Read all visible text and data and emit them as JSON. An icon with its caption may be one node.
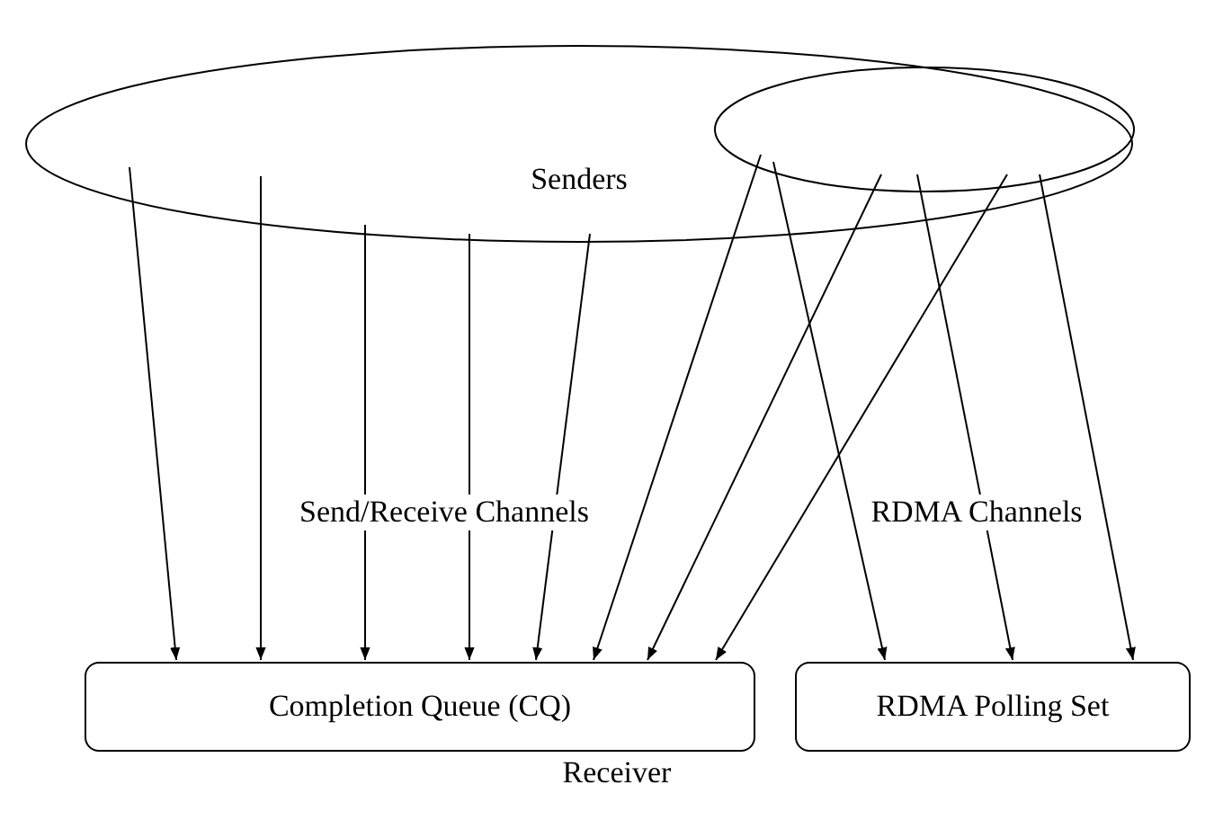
{
  "diagram": {
    "nodes": [
      {
        "text": [
          "Senders"
        ]
      },
      {
        "text": [],
        "shape": "ellipse",
        "in": 0
      },
      {
        "text": [
          "Completion Queue (CQ)"
        ]
      },
      {
        "text": [
          "RDMA Polling Set"
        ]
      }
    ],
    "edges": [
      {
        "from": 0,
        "to": 2,
        "arrow": "to"
      },
      {
        "from": 0,
        "to": 2,
        "arrow": "to"
      },
      {
        "from": 0,
        "to": 2,
        "arrow": "to"
      },
      {
        "from": 0,
        "to": 2,
        "arrow": "to"
      },
      {
        "from": 0,
        "to": 2,
        "arrow": "to"
      },
      {
        "from": 1,
        "to": 2,
        "arrow": "to"
      },
      {
        "from": 1,
        "to": 2,
        "arrow": "to"
      },
      {
        "from": 1,
        "to": 2,
        "arrow": "to"
      },
      {
        "from": 1,
        "to": 3,
        "arrow": "to"
      },
      {
        "from": 1,
        "to": 3,
        "arrow": "to"
      },
      {
        "from": 1,
        "to": 3,
        "arrow": "to"
      }
    ],
    "labels": [
      "Send/Receive Channels",
      "RDMA Channels",
      "Receiver"
    ]
  }
}
